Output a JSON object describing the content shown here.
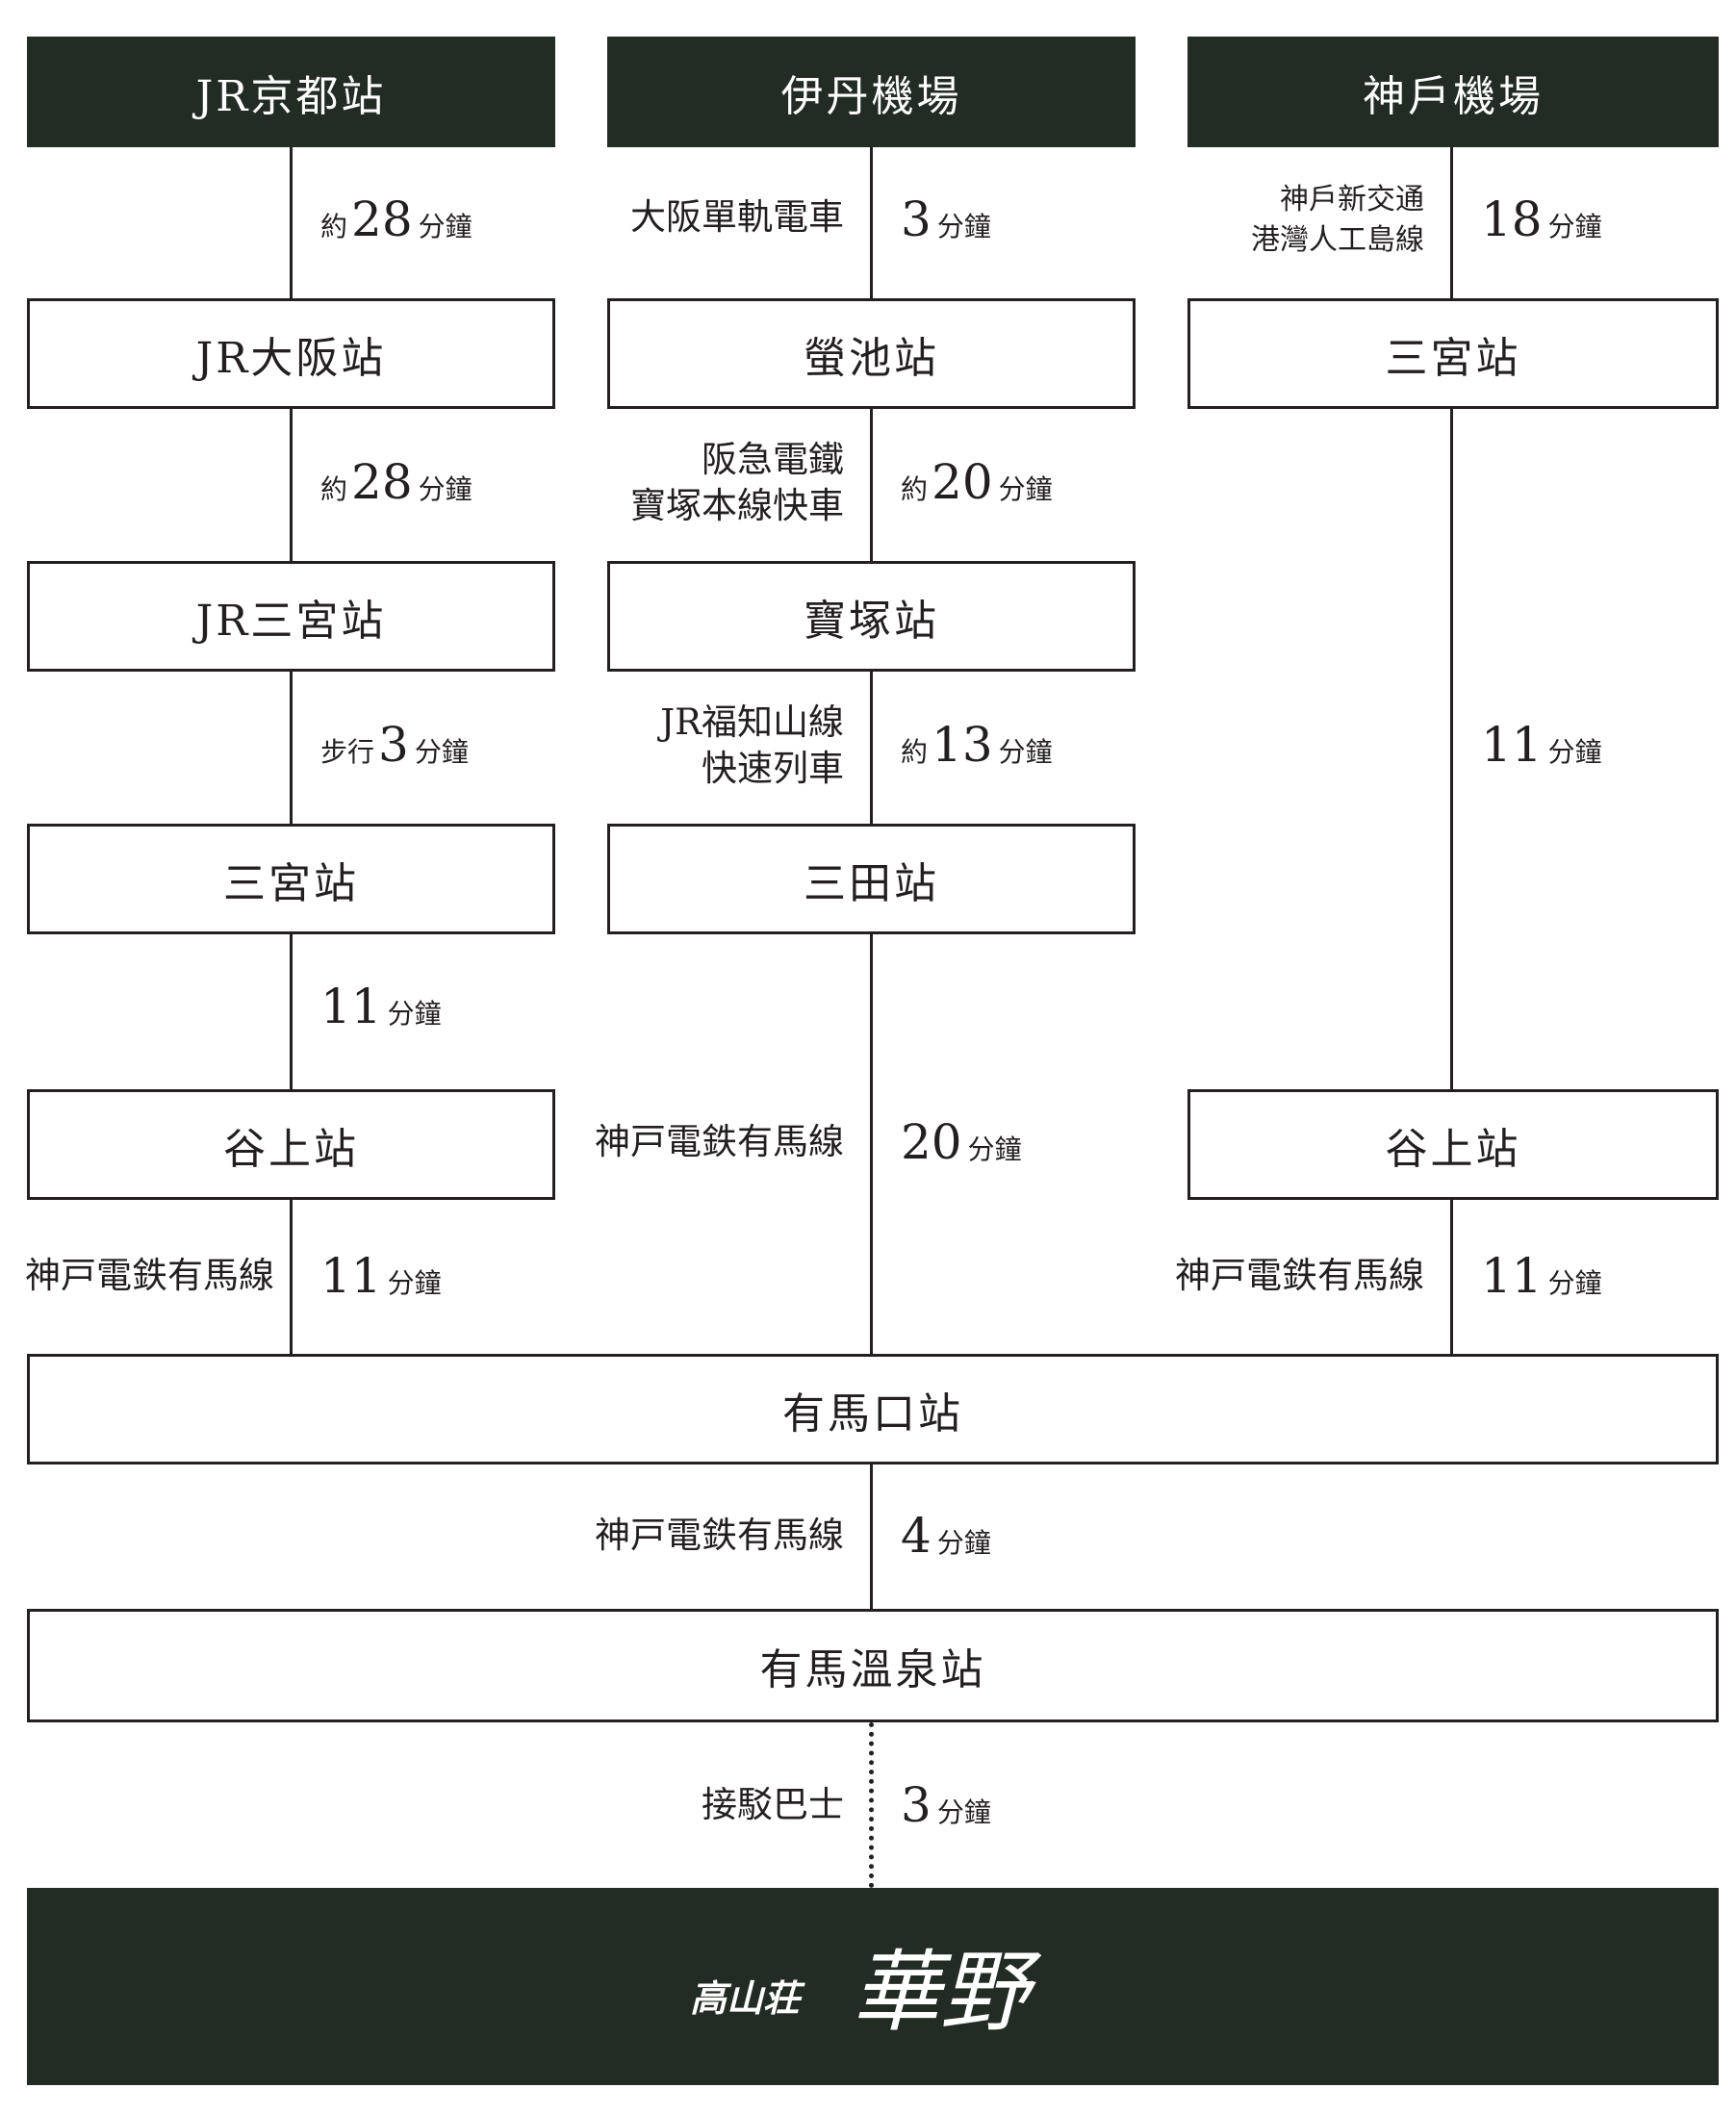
{
  "stations": {
    "jr_kyoto": "JR京都站",
    "itami": "伊丹機場",
    "kobe_airport": "神戶機場",
    "jr_osaka": "JR大阪站",
    "hotarugaike": "螢池站",
    "sannomiya_right": "三宮站",
    "jr_sannomiya": "JR三宮站",
    "takarazuka": "寶塚站",
    "sannomiya_left": "三宮站",
    "sanda": "三田站",
    "tanigami_left": "谷上站",
    "tanigami_right": "谷上站",
    "arimaguchi": "有馬口站",
    "arima_onsen": "有馬溫泉站"
  },
  "lines": {
    "osaka_monorail": "大阪單軌電車",
    "port_liner": [
      "神戶新交通",
      "港灣人工島線"
    ],
    "hankyu": [
      "阪急電鐵",
      "寶塚本線快車"
    ],
    "jr_fukuchiyama": [
      "JR福知山線",
      "快速列車"
    ],
    "kobe_arima_center": "神戸電鉄有馬線",
    "kobe_arima_left": "神戸電鉄有馬線",
    "kobe_arima_right": "神戸電鉄有馬線",
    "kobe_arima_bottom": "神戸電鉄有馬線",
    "shuttle_bus": "接駁巴士"
  },
  "durations": {
    "kyoto_osaka": {
      "prefix": "約",
      "num": "28",
      "unit": "分鐘"
    },
    "osaka_sannomiya": {
      "prefix": "約",
      "num": "28",
      "unit": "分鐘"
    },
    "walk": {
      "prefix": "步行",
      "num": "3",
      "unit": "分鐘"
    },
    "sannomiya_tanigami_left": {
      "num": "11",
      "unit": "分鐘"
    },
    "tanigami_arimaguchi_left": {
      "num": "11",
      "unit": "分鐘"
    },
    "itami_hotarugaike": {
      "num": "3",
      "unit": "分鐘"
    },
    "hotarugaike_takarazuka": {
      "prefix": "約",
      "num": "20",
      "unit": "分鐘"
    },
    "takarazuka_sanda": {
      "prefix": "約",
      "num": "13",
      "unit": "分鐘"
    },
    "sanda_arimaguchi": {
      "num": "20",
      "unit": "分鐘"
    },
    "kobe_sannomiya": {
      "num": "18",
      "unit": "分鐘"
    },
    "sannomiya_tanigami_right": {
      "num": "11",
      "unit": "分鐘"
    },
    "tanigami_arimaguchi_right": {
      "num": "11",
      "unit": "分鐘"
    },
    "arimaguchi_onsen": {
      "num": "4",
      "unit": "分鐘"
    },
    "bus": {
      "num": "3",
      "unit": "分鐘"
    }
  },
  "logo": {
    "small": "高山荘",
    "large": "華野"
  },
  "colors": {
    "dark": "#222b24",
    "line": "#231f20",
    "light": "#ffffff"
  }
}
